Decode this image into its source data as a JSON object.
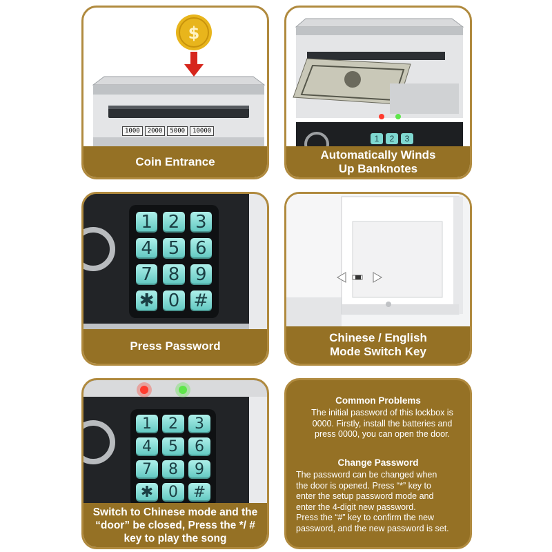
{
  "panels": {
    "coin": {
      "caption": "Coin Entrance",
      "denominations": [
        "1000",
        "2000",
        "5000",
        "10000"
      ]
    },
    "banknote": {
      "caption_lines": [
        "Automatically Winds",
        "Up Banknotes"
      ],
      "keys": [
        "1",
        "2",
        "3"
      ]
    },
    "password": {
      "caption": "Press Password",
      "keys": [
        "1",
        "2",
        "3",
        "4",
        "5",
        "6",
        "7",
        "8",
        "9",
        "✱",
        "0",
        "#"
      ]
    },
    "mode_switch": {
      "caption_lines": [
        "Chinese / English",
        "Mode Switch Key"
      ]
    },
    "song": {
      "caption_lines": [
        "Switch to Chinese mode and the",
        "“door” be closed, Press the */ #",
        "key to play the song"
      ],
      "keys": [
        "1",
        "2",
        "3",
        "4",
        "5",
        "6",
        "7",
        "8",
        "9",
        "✱",
        "0",
        "#"
      ]
    },
    "info": {
      "common_title": "Common Problems",
      "common_lines": [
        "The initial password of this lockbox is",
        "0000. Firstly, install the batteries and",
        "press 0000,  you can open the door."
      ],
      "change_title": "Change Password",
      "change_lines": [
        "The password can be changed when",
        "the door is opened. Press “*” key to",
        "enter the setup password mode and",
        "enter the 4-digit new password.",
        "Press the “#” key to confirm the new",
        "password, and the new password is set."
      ]
    }
  },
  "colors": {
    "border": "#b08a3e",
    "caption_bg": "#957125",
    "key": "#7fd8d1",
    "coin": "#e8b51c",
    "arrow": "#d6261c",
    "led_red": "#ff3b2e",
    "led_green": "#5ee64b"
  }
}
